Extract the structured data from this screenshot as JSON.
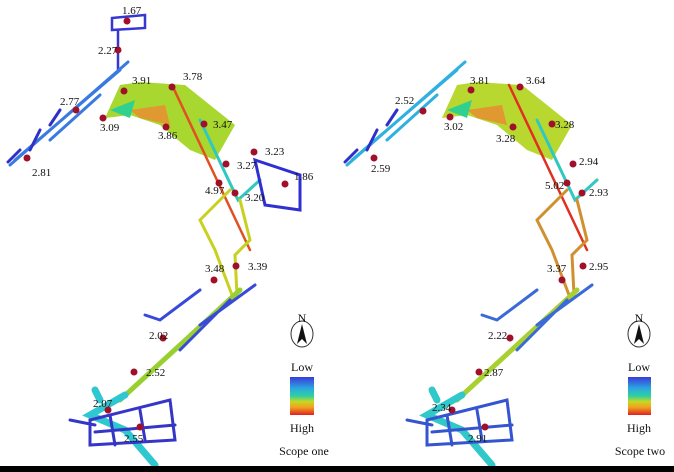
{
  "panels": [
    {
      "title": "Scope one",
      "legend": {
        "low": "Low",
        "high": "High",
        "north": "N"
      },
      "points": [
        "1.67",
        "2.27",
        "3.91",
        "3.78",
        "2.77",
        "3.09",
        "3.86",
        "3.47",
        "3.23",
        "3.27",
        "1.86",
        "4.97",
        "3.20",
        "2.81",
        "3.39",
        "3.48",
        "2.02",
        "2.52",
        "2.07",
        "2.55"
      ]
    },
    {
      "title": "Scope two",
      "legend": {
        "low": "Low",
        "high": "High",
        "north": "N"
      },
      "points": [
        "3.81",
        "3.64",
        "2.52",
        "3.02",
        "3.28",
        "3.28",
        "2.94",
        "5.02",
        "2.93",
        "2.59",
        "2.95",
        "3.37",
        "2.22",
        "2.87",
        "2.34",
        "2.91"
      ]
    }
  ],
  "colors": {
    "marker": "#a0102a",
    "low": "#3a3ad8",
    "high": "#e03020"
  }
}
